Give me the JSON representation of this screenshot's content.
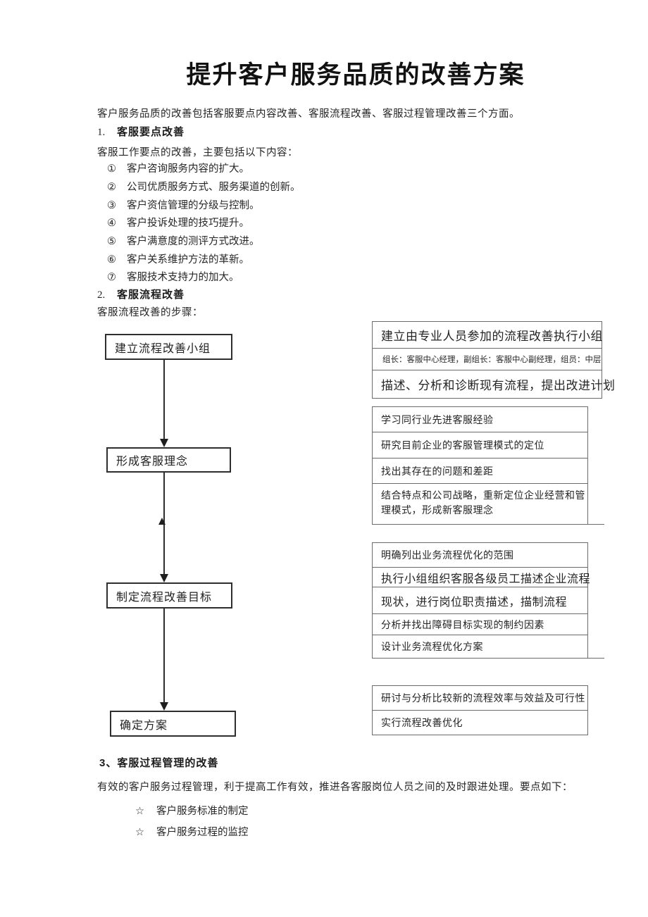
{
  "doc": {
    "title": "提升客户服务品质的改善方案",
    "intro": "客户服务品质的改善包括客服要点内容改善、客服流程改善、客服过程管理改善三个方面。"
  },
  "sections": {
    "s1": {
      "number": "1.",
      "heading": "客服要点改善",
      "lead": "客服工作要点的改善，主要包括以下内容：",
      "items": [
        {
          "marker": "①",
          "text": "客户咨询服务内容的扩大。"
        },
        {
          "marker": "②",
          "text": "公司优质服务方式、服务渠道的创新。"
        },
        {
          "marker": "③",
          "text": "客户资信管理的分级与控制。"
        },
        {
          "marker": "④",
          "text": "客户投诉处理的技巧提升。"
        },
        {
          "marker": "⑤",
          "text": "客户满意度的测评方式改进。"
        },
        {
          "marker": "⑥",
          "text": "客户关系维护方法的革新。"
        },
        {
          "marker": "⑦",
          "text": "客服技术支持力的加大。"
        }
      ]
    },
    "s2": {
      "number": "2.",
      "heading": "客服流程改善",
      "lead": "客服流程改善的步骤："
    },
    "s3": {
      "number_and_heading": "3、客服过程管理的改善",
      "lead": "有效的客户服务过程管理，利于提高工作有效，推进各客服岗位人员之间的及时跟进处理。要点如下：",
      "items": [
        {
          "marker": "☆",
          "text": "客户服务标准的制定"
        },
        {
          "marker": "☆",
          "text": "客户服务过程的监控"
        }
      ]
    }
  },
  "flow": {
    "steps": [
      "建立流程改善小组",
      "形成客服理念",
      "制定流程改善目标",
      "确定方案"
    ],
    "groups": {
      "g1": {
        "rows": [
          "建立由专业人员参加的流程改善执行小组",
          "组长：客服中心经理，副组长：客服中心副经理，组员：中层",
          "描述、分析和诊断现有流程，提出改进计划"
        ]
      },
      "g2": {
        "rows": [
          "学习同行业先进客服经验",
          "研究目前企业的客服管理模式的定位",
          "找出其存在的问题和差距"
        ],
        "row4": {
          "line1": "结合特点和公司战略，重新定位企业经营和管",
          "line2": "理模式，形成新客服理念"
        }
      },
      "g3": {
        "rows": [
          "明确列出业务流程优化的范围",
          "执行小组组织客服各级员工描述企业流程",
          "现状，进行岗位职责描述，描制流程",
          "分析并找出障碍目标实现的制约因素",
          "设计业务流程优化方案"
        ]
      },
      "g4": {
        "rows": [
          "研讨与分析比较新的流程效率与效益及可行性",
          "实行流程改善优化"
        ]
      }
    }
  }
}
